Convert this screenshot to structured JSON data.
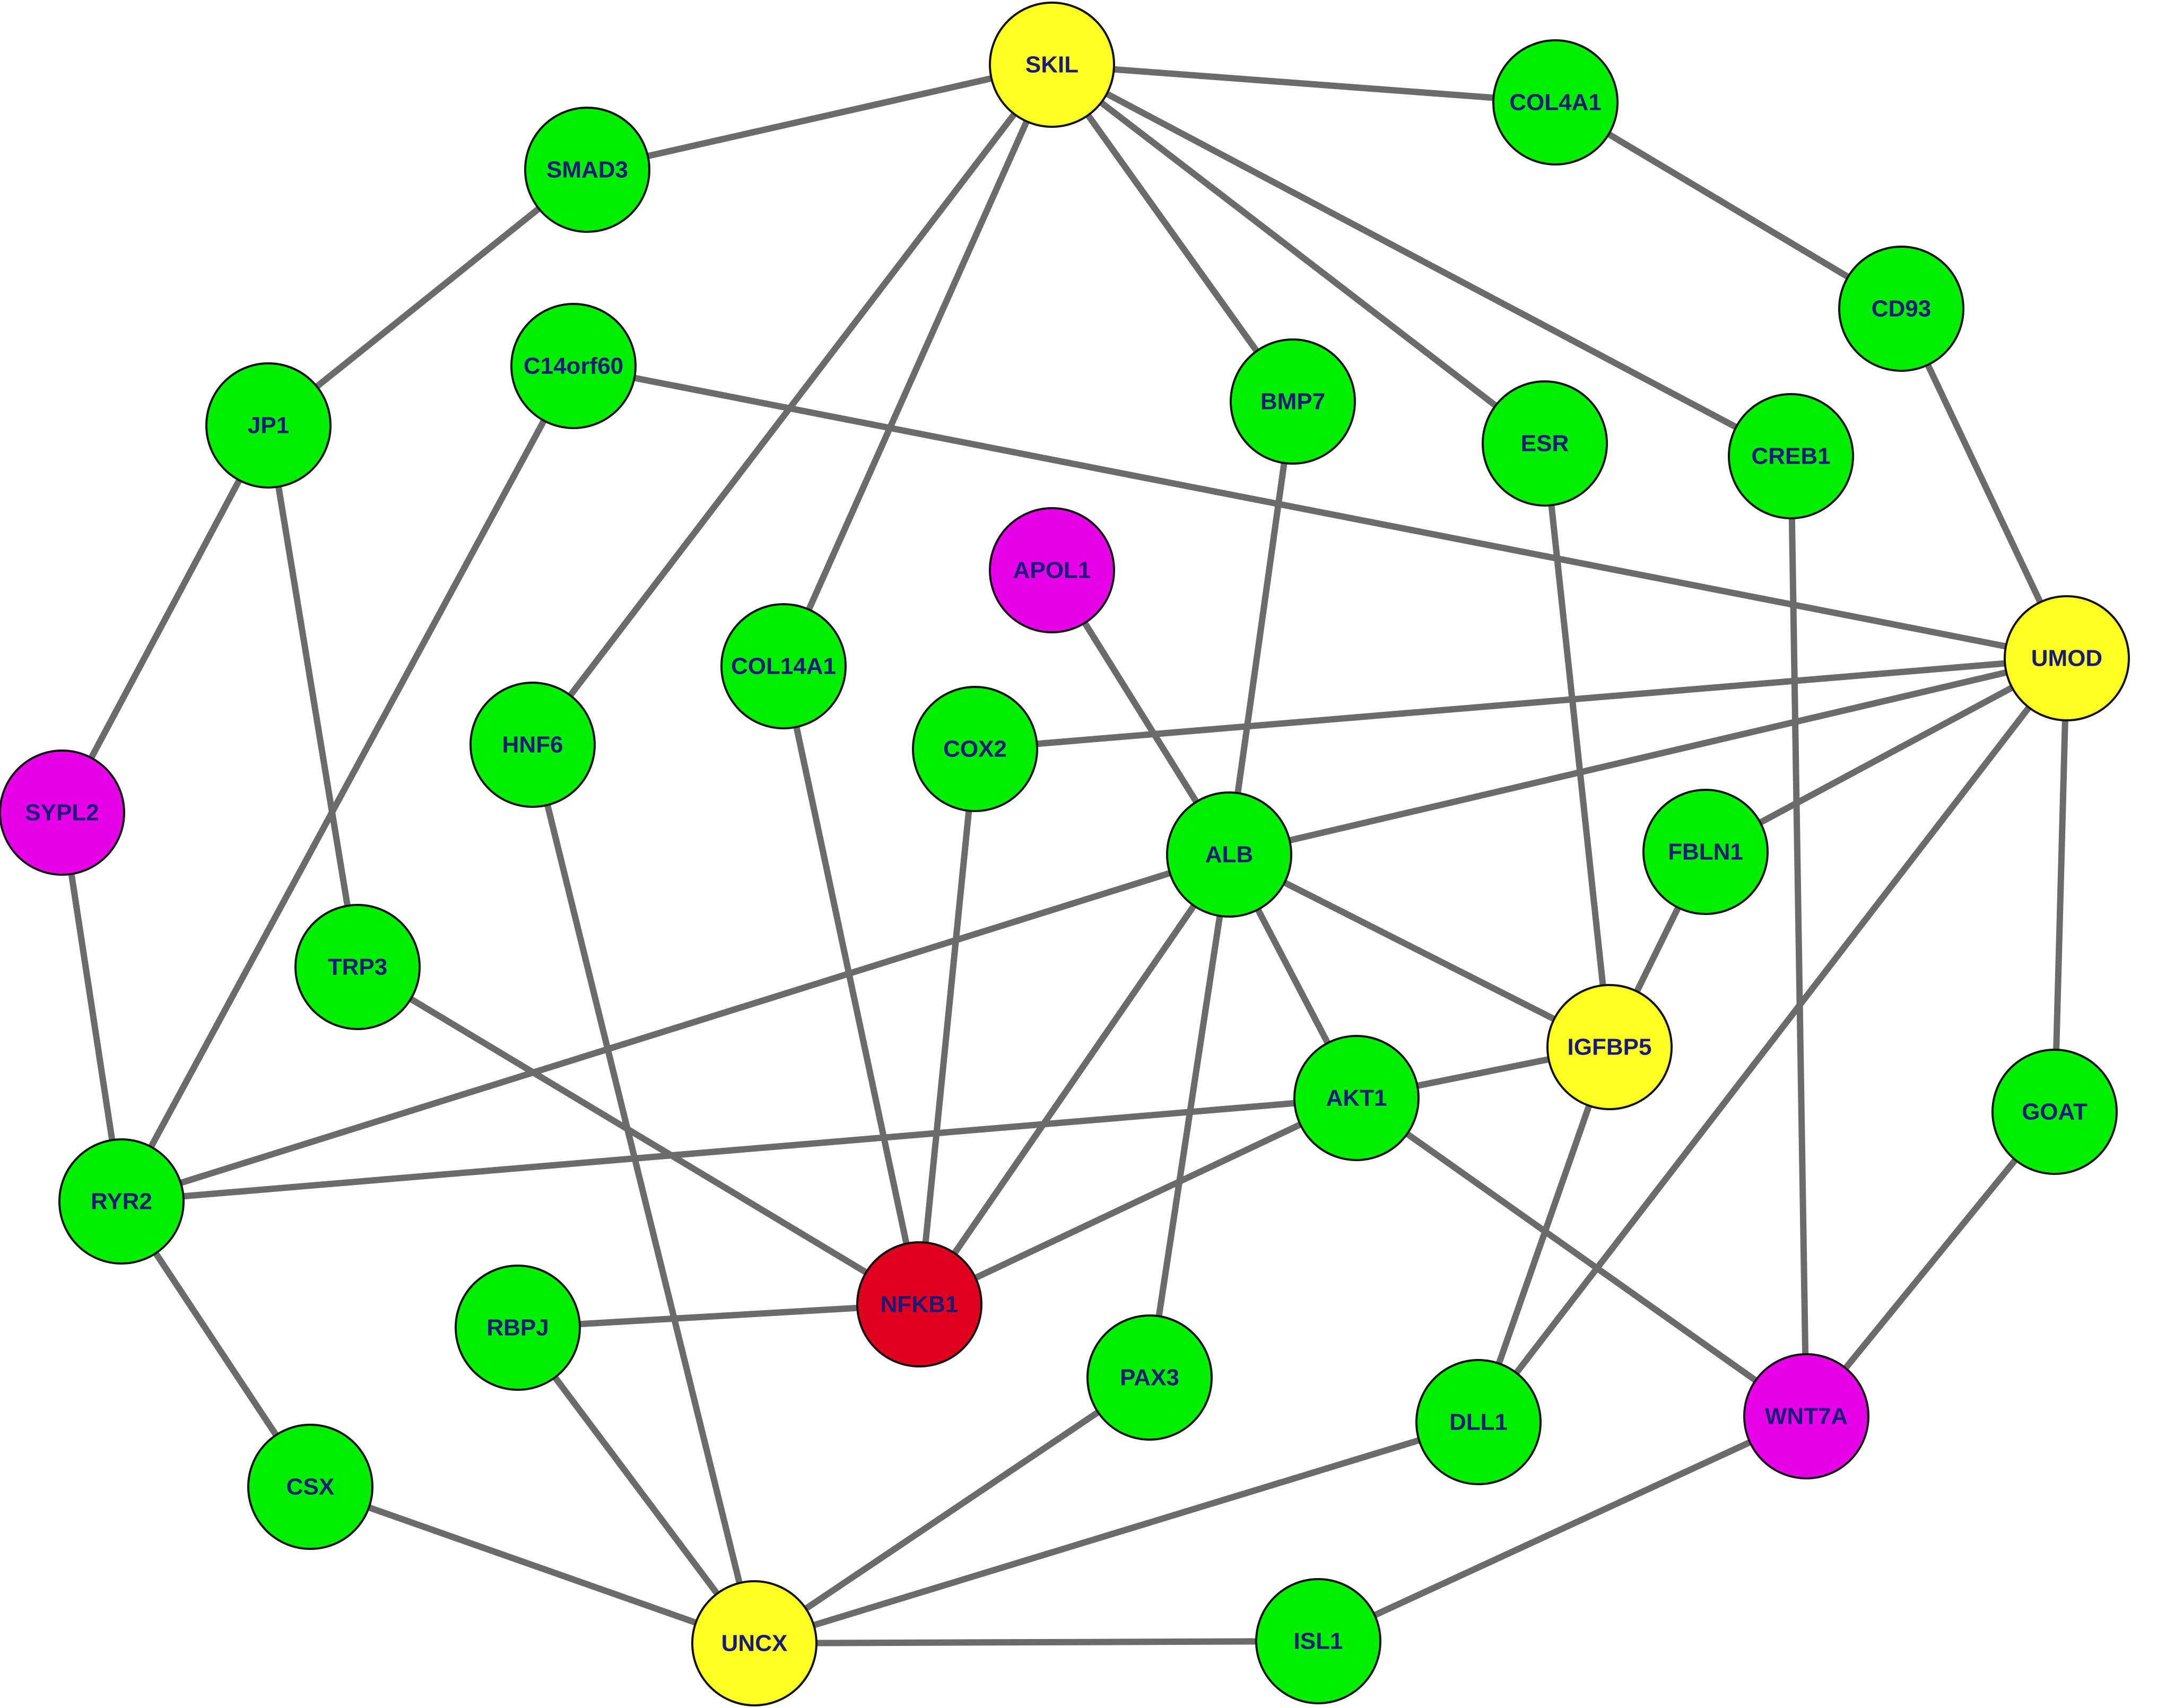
{
  "colors": {
    "green": "#00ee00",
    "yellow": "#ffff22",
    "magenta": "#e600e6",
    "red": "#e0001e",
    "edge": "#6b6b6b",
    "label": "#1a1a7a",
    "highlight_border": "#e00000"
  },
  "nodes": [
    {
      "id": "SKIL",
      "label": "SKIL",
      "color": "yellow"
    },
    {
      "id": "COL4A1",
      "label": "COL4A1",
      "color": "green"
    },
    {
      "id": "SMAD3",
      "label": "SMAD3",
      "color": "green"
    },
    {
      "id": "CD93",
      "label": "CD93",
      "color": "green"
    },
    {
      "id": "C14orf60",
      "label": "C14orf60",
      "color": "green"
    },
    {
      "id": "JP1",
      "label": "JP1",
      "color": "green"
    },
    {
      "id": "BMP7",
      "label": "BMP7",
      "color": "green"
    },
    {
      "id": "ESR",
      "label": "ESR",
      "color": "green"
    },
    {
      "id": "CREB1",
      "label": "CREB1",
      "color": "green"
    },
    {
      "id": "APOL1",
      "label": "APOL1",
      "color": "magenta"
    },
    {
      "id": "UMOD",
      "label": "UMOD",
      "color": "yellow"
    },
    {
      "id": "COL14A1",
      "label": "COL14A1",
      "color": "green"
    },
    {
      "id": "HNF6",
      "label": "HNF6",
      "color": "green"
    },
    {
      "id": "COX2",
      "label": "COX2",
      "color": "green"
    },
    {
      "id": "SYPL2",
      "label": "SYPL2",
      "color": "magenta"
    },
    {
      "id": "ALB",
      "label": "ALB",
      "color": "green"
    },
    {
      "id": "FBLN1",
      "label": "FBLN1",
      "color": "green"
    },
    {
      "id": "TRP3",
      "label": "TRP3",
      "color": "green"
    },
    {
      "id": "IGFBP5",
      "label": "IGFBP5",
      "color": "yellow"
    },
    {
      "id": "AKT1",
      "label": "AKT1",
      "color": "green"
    },
    {
      "id": "GOAT",
      "label": "GOAT",
      "color": "green"
    },
    {
      "id": "RYR2",
      "label": "RYR2",
      "color": "green"
    },
    {
      "id": "NFKB1",
      "label": "NFKB1",
      "color": "red"
    },
    {
      "id": "RBPJ",
      "label": "RBPJ",
      "color": "green"
    },
    {
      "id": "PAX3",
      "label": "PAX3",
      "color": "green"
    },
    {
      "id": "DLL1",
      "label": "DLL1",
      "color": "green"
    },
    {
      "id": "WNT7A",
      "label": "WNT7A",
      "color": "magenta"
    },
    {
      "id": "CSX",
      "label": "CSX",
      "color": "green"
    },
    {
      "id": "UNCX",
      "label": "UNCX",
      "color": "yellow"
    },
    {
      "id": "ISL1",
      "label": "ISL1",
      "color": "green",
      "highlight": true
    }
  ],
  "edges": [
    [
      "SKIL",
      "SMAD3"
    ],
    [
      "SKIL",
      "COL4A1"
    ],
    [
      "SKIL",
      "BMP7"
    ],
    [
      "SKIL",
      "ESR"
    ],
    [
      "SKIL",
      "CREB1"
    ],
    [
      "SKIL",
      "COL14A1"
    ],
    [
      "SKIL",
      "HNF6"
    ],
    [
      "COL4A1",
      "CD93"
    ],
    [
      "SMAD3",
      "JP1"
    ],
    [
      "CD93",
      "UMOD"
    ],
    [
      "C14orf60",
      "UMOD"
    ],
    [
      "C14orf60",
      "RYR2"
    ],
    [
      "JP1",
      "SYPL2"
    ],
    [
      "JP1",
      "TRP3"
    ],
    [
      "BMP7",
      "ALB"
    ],
    [
      "ESR",
      "IGFBP5"
    ],
    [
      "CREB1",
      "WNT7A"
    ],
    [
      "APOL1",
      "ALB"
    ],
    [
      "UMOD",
      "COX2"
    ],
    [
      "UMOD",
      "ALB"
    ],
    [
      "UMOD",
      "FBLN1"
    ],
    [
      "UMOD",
      "DLL1"
    ],
    [
      "UMOD",
      "GOAT"
    ],
    [
      "COL14A1",
      "NFKB1"
    ],
    [
      "HNF6",
      "UNCX"
    ],
    [
      "COX2",
      "NFKB1"
    ],
    [
      "SYPL2",
      "RYR2"
    ],
    [
      "ALB",
      "RYR2"
    ],
    [
      "ALB",
      "NFKB1"
    ],
    [
      "ALB",
      "AKT1"
    ],
    [
      "ALB",
      "IGFBP5"
    ],
    [
      "ALB",
      "PAX3"
    ],
    [
      "FBLN1",
      "IGFBP5"
    ],
    [
      "TRP3",
      "NFKB1"
    ],
    [
      "IGFBP5",
      "AKT1"
    ],
    [
      "IGFBP5",
      "DLL1"
    ],
    [
      "AKT1",
      "RYR2"
    ],
    [
      "AKT1",
      "NFKB1"
    ],
    [
      "AKT1",
      "WNT7A"
    ],
    [
      "GOAT",
      "WNT7A"
    ],
    [
      "RYR2",
      "CSX"
    ],
    [
      "NFKB1",
      "RBPJ"
    ],
    [
      "RBPJ",
      "UNCX"
    ],
    [
      "PAX3",
      "UNCX"
    ],
    [
      "DLL1",
      "UNCX"
    ],
    [
      "WNT7A",
      "ISL1"
    ],
    [
      "CSX",
      "UNCX"
    ],
    [
      "UNCX",
      "ISL1"
    ]
  ]
}
